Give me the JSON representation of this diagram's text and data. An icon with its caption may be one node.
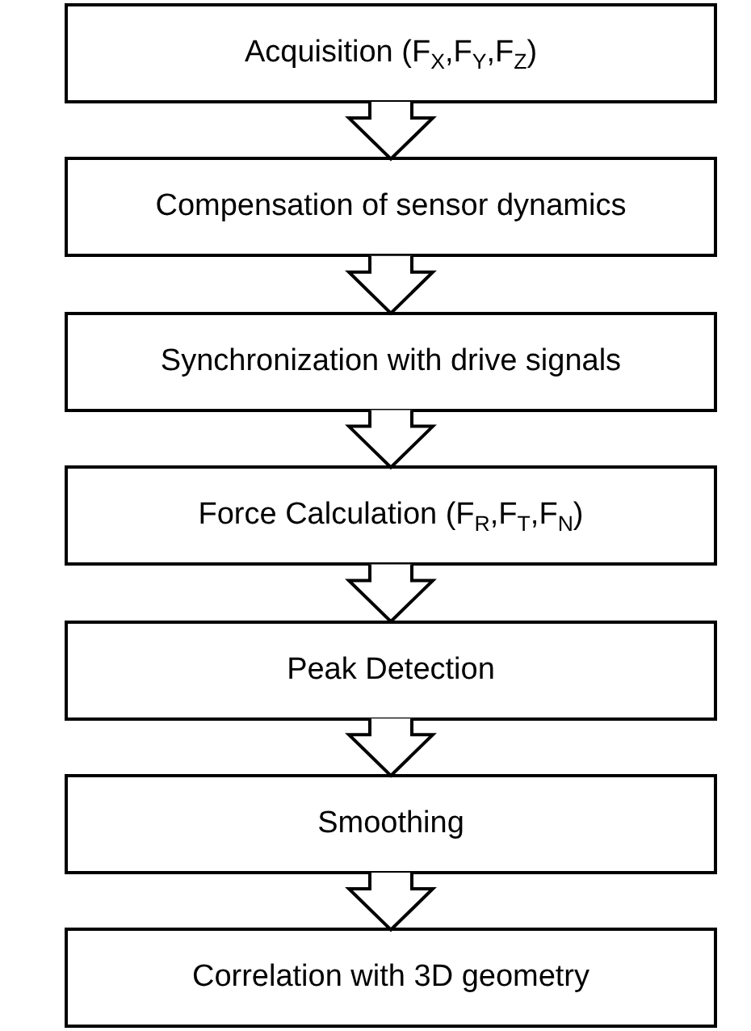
{
  "diagram": {
    "nodes": [
      {
        "text": [
          "Acquisition (F$_{X}$,F$_{Y}$,F$_{Z}$)"
        ]
      },
      {
        "text": [
          "Compensation of sensor dynamics"
        ]
      },
      {
        "text": [
          "Synchronization with drive signals"
        ]
      },
      {
        "text": [
          "Force Calculation (F$_{R}$,F$_{T}$,F$_{N}$)"
        ]
      },
      {
        "text": [
          "Peak Detection"
        ]
      },
      {
        "text": [
          "Smoothing"
        ]
      },
      {
        "text": [
          "Correlation with 3D geometry"
        ]
      }
    ],
    "edges": [
      {
        "from": 0,
        "to": 1,
        "arrow": "to"
      },
      {
        "from": 1,
        "to": 2,
        "arrow": "to"
      },
      {
        "from": 2,
        "to": 3,
        "arrow": "to"
      },
      {
        "from": 3,
        "to": 4,
        "arrow": "to"
      },
      {
        "from": 4,
        "to": 5,
        "arrow": "to"
      },
      {
        "from": 5,
        "to": 6,
        "arrow": "to"
      }
    ]
  }
}
